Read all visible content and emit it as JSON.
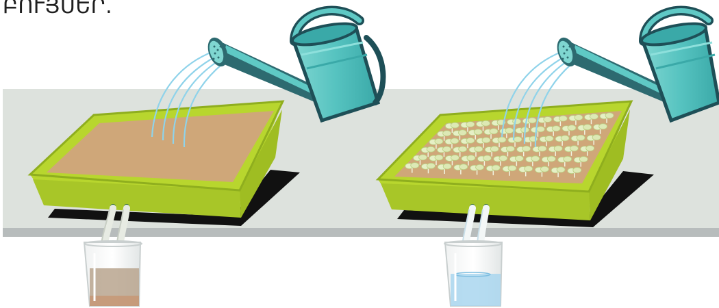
{
  "caption": "ԲՈՒՅՍԵՐ.",
  "colors": {
    "shelf": "#dde2dd",
    "shelf_edge": "#b7bcbc",
    "tray": "#b8d62e",
    "tray_dark": "#8fae1e",
    "soil": "#cfa779",
    "water_can": "#56c3c0",
    "water_can_dark": "#1e4f57",
    "water_stream": "#8fd3ea",
    "runoff_dirty": "#b9a48e",
    "runoff_clean": "#a9d6ef",
    "seedling": "#e8f1c8"
  },
  "panels": [
    {
      "name": "bare-soil",
      "has_seedlings": false,
      "runoff": "dirty"
    },
    {
      "name": "soil-with-seedlings",
      "has_seedlings": true,
      "runoff": "clean"
    }
  ]
}
